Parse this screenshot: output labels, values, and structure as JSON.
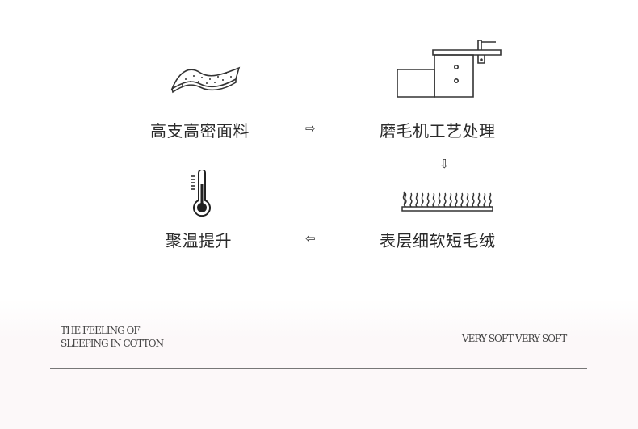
{
  "steps": [
    {
      "label": "高支高密面料",
      "icon": "fabric-icon"
    },
    {
      "label": "磨毛机工艺处理",
      "icon": "brushing-machine-icon"
    },
    {
      "label": "表层细软短毛绒",
      "icon": "short-plush-icon"
    },
    {
      "label": "聚温提升",
      "icon": "thermometer-icon"
    }
  ],
  "arrows": {
    "right": "⇨",
    "down": "⇩",
    "left": "⇦"
  },
  "footer": {
    "tagline_line1": "THE FEELING OF",
    "tagline_line2": "SLEEPING IN COTTON",
    "slogan": "VERY SOFT VERY SOFT"
  }
}
